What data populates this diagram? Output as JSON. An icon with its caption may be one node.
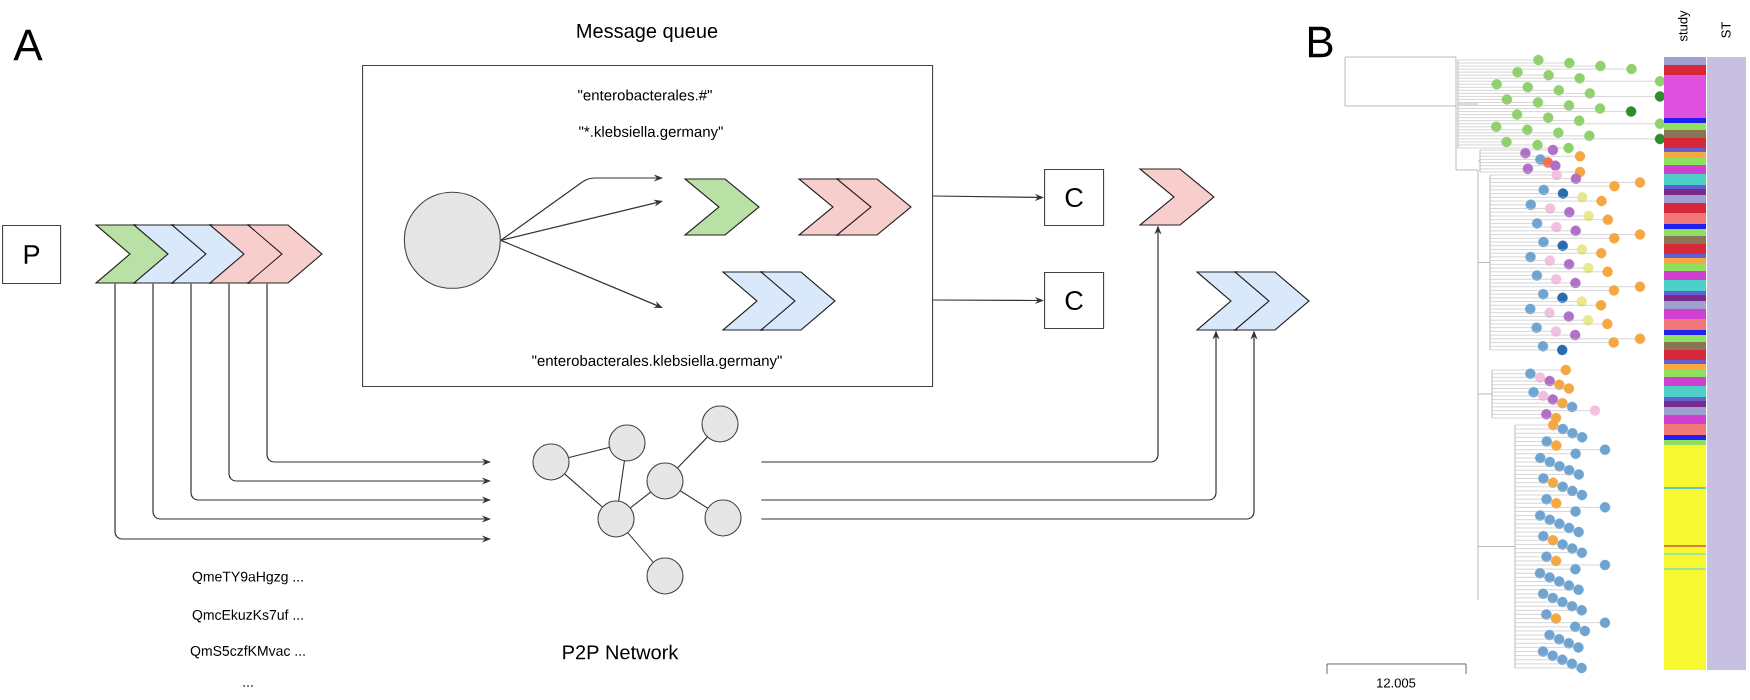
{
  "diagram": {
    "nodes": [
      {
        "text": [
          "P"
        ]
      },
      {
        "text": [],
        "shape": "chevron"
      },
      {
        "text": [],
        "shape": "chevron"
      },
      {
        "text": [],
        "shape": "chevron"
      },
      {
        "text": [],
        "shape": "chevron"
      },
      {
        "text": [],
        "shape": "chevron"
      },
      {
        "text": [
          "Message queue",
          "\"enterobacterales.#\"",
          "\"*.klebsiella.germany\"",
          "\"enterobacterales.klebsiella.germany\""
        ]
      },
      {
        "text": [],
        "shape": "circle",
        "in": 6
      },
      {
        "text": [],
        "shape": "chevron",
        "in": 6
      },
      {
        "text": [],
        "shape": "chevron",
        "in": 6
      },
      {
        "text": [],
        "shape": "chevron",
        "in": 6
      },
      {
        "text": [],
        "shape": "chevron",
        "in": 6
      },
      {
        "text": [],
        "shape": "chevron",
        "in": 6
      },
      {
        "text": [
          "C"
        ]
      },
      {
        "text": [
          "C"
        ]
      },
      {
        "text": [],
        "shape": "chevron"
      },
      {
        "text": [],
        "shape": "chevron"
      },
      {
        "text": [],
        "shape": "chevron"
      },
      {
        "text": [
          "P2P Network"
        ]
      }
    ],
    "edges": [
      {
        "from": 1,
        "to": 18,
        "arrow": "to"
      },
      {
        "from": 2,
        "to": 18,
        "arrow": "to"
      },
      {
        "from": 3,
        "to": 18,
        "arrow": "to"
      },
      {
        "from": 4,
        "to": 18,
        "arrow": "to"
      },
      {
        "from": 5,
        "to": 18,
        "arrow": "to"
      },
      {
        "from": 7,
        "to": null,
        "arrow": "to"
      },
      {
        "from": 7,
        "to": null,
        "arrow": "to"
      },
      {
        "from": 7,
        "to": null,
        "arrow": "to"
      },
      {
        "from": 6,
        "to": 13,
        "arrow": "to"
      },
      {
        "from": 6,
        "to": 14,
        "arrow": "to"
      },
      {
        "from": 18,
        "to": 15,
        "arrow": "to"
      },
      {
        "from": 18,
        "to": 16,
        "arrow": "to"
      },
      {
        "from": 18,
        "to": 17,
        "arrow": "to"
      }
    ],
    "labels": [
      "A",
      "QmeTY9aHgzg ...",
      "QmcEkuzKs7uf ...",
      "QmS5czfKMvac ...",
      "...",
      "B",
      "study",
      "ST",
      "12.005"
    ]
  }
}
